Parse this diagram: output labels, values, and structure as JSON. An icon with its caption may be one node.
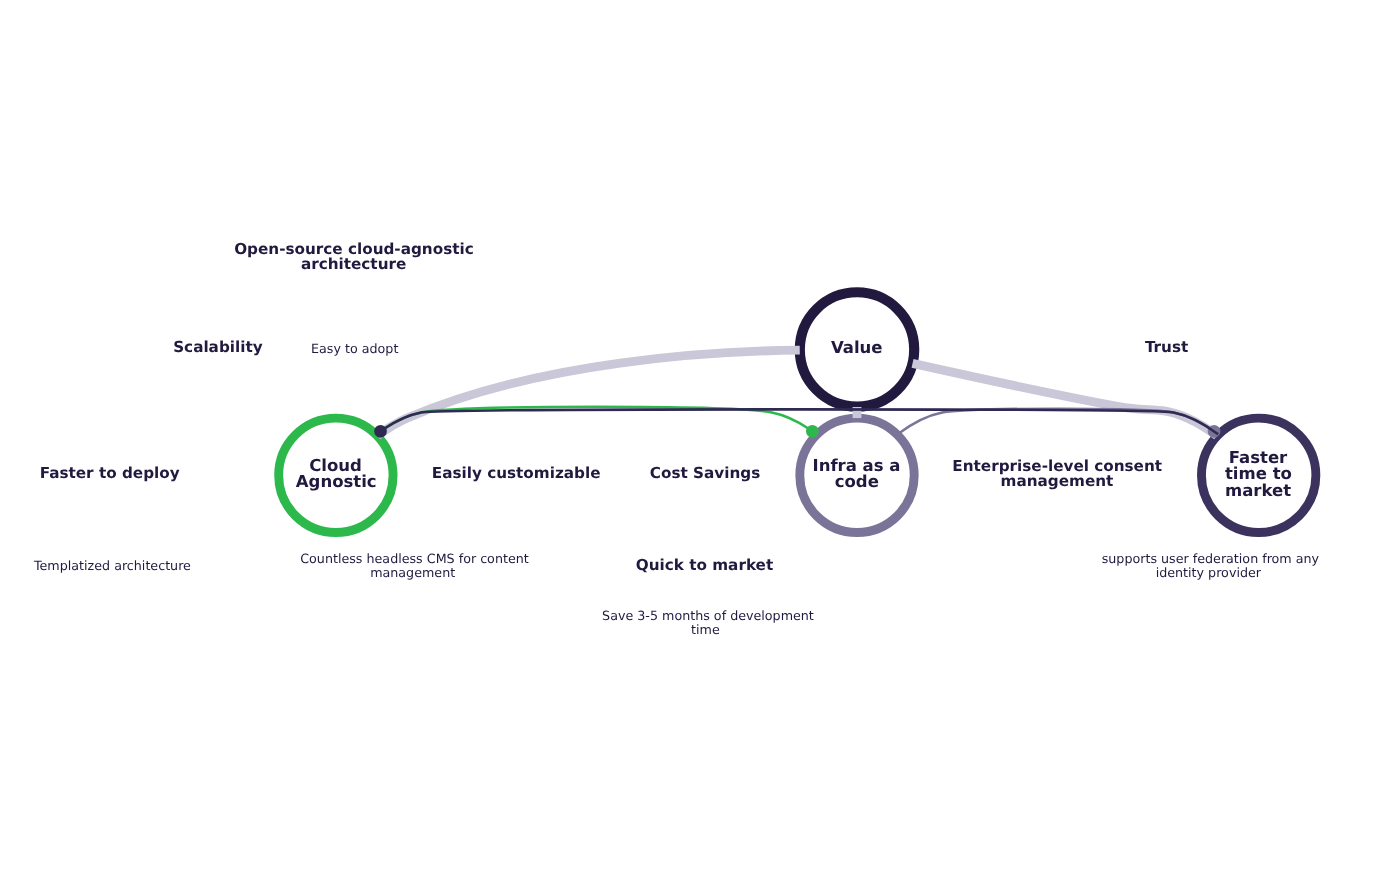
{
  "diagram": {
    "nodes": [
      {
        "text": [
          "Value"
        ]
      },
      {
        "text": [
          "Cloud Agnostic"
        ]
      },
      {
        "text": [
          "Infra as a code"
        ]
      },
      {
        "text": [
          "Faster time to market"
        ]
      }
    ],
    "edges": [
      {
        "from": 0,
        "to": 1,
        "arrow": "none",
        "style": "thick"
      },
      {
        "from": 0,
        "to": 2,
        "arrow": "none",
        "style": "thick"
      },
      {
        "from": 0,
        "to": 3,
        "arrow": "none",
        "style": "thick"
      },
      {
        "from": 1,
        "to": 2,
        "arrow": "other",
        "color": "#2db84c"
      },
      {
        "from": 3,
        "to": 1,
        "arrow": "other",
        "color": "#2e2a52"
      },
      {
        "from": 2,
        "to": 3,
        "arrow": "other",
        "color": "#7a7598"
      }
    ],
    "labels": [
      "Open-source cloud-agnostic architecture",
      "Easy to adopt",
      "Easily customizable",
      "Countless headless CMS for content management",
      "Enterprise-level consent management",
      "supports user federation from any identity provider",
      "Scalability",
      "Trust",
      "Faster to deploy",
      "Templatized architecture",
      "Cost Savings",
      "Quick to market",
      "Save 3-5 months of development time"
    ]
  }
}
